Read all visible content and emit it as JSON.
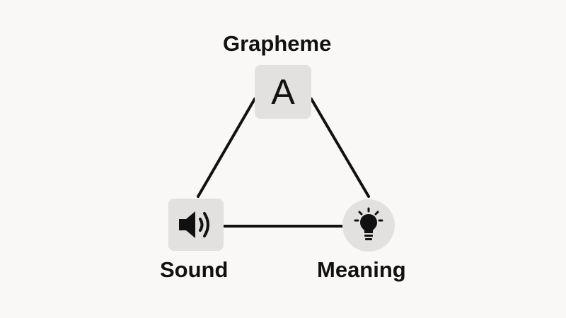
{
  "diagram": {
    "nodes": [
      {
        "id": "grapheme",
        "label": "Grapheme",
        "icon": "letter-a-icon",
        "glyph": "A"
      },
      {
        "id": "sound",
        "label": "Sound",
        "icon": "speaker-icon"
      },
      {
        "id": "meaning",
        "label": "Meaning",
        "icon": "lightbulb-icon"
      }
    ],
    "edges": [
      {
        "from": "grapheme",
        "to": "sound"
      },
      {
        "from": "grapheme",
        "to": "meaning"
      },
      {
        "from": "sound",
        "to": "meaning"
      }
    ],
    "colors": {
      "background": "#f9f8f6",
      "node_fill": "#e2e1df",
      "stroke": "#111111"
    }
  }
}
